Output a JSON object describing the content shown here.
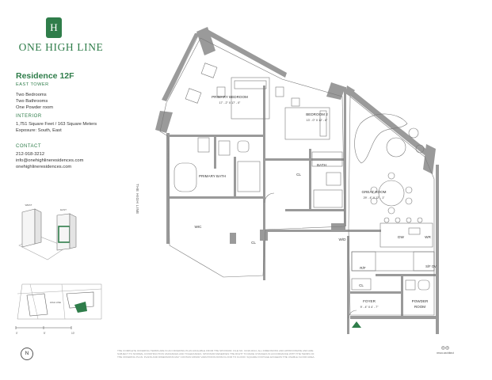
{
  "brand": {
    "name": "ONE HIGH LINE",
    "mark": "H"
  },
  "residence": {
    "title": "Residence 12F",
    "tower": "EAST TOWER",
    "layout": [
      "Two Bedrooms",
      "Two Bathrooms",
      "One Powder room"
    ]
  },
  "interior": {
    "label": "INTERIOR",
    "area": "1,751 Square Feet / 163 Square Meters",
    "exposure": "Exposure: South, East"
  },
  "contact": {
    "label": "CONTACT",
    "phone": "212-918-3212",
    "email": "info@onehighlineresidences.com",
    "website": "onehighlineresidences.com"
  },
  "keyplan": {
    "tower_labels": [
      "WEST",
      "EAST"
    ],
    "area_label": "HIGH LINE",
    "scale_labels": [
      "0'",
      "5'",
      "10'"
    ],
    "north": "N"
  },
  "plan": {
    "street_label": "THE HIGH LINE",
    "rooms": {
      "primary_bedroom": {
        "name": "PRIMARY BEDROOM",
        "dims": "17' - 2\" X 17' - 0\""
      },
      "bedroom2": {
        "name": "BEDROOM 2",
        "dims": "13' - 0\" X 12' - 6\""
      },
      "primary_bath": {
        "name": "PRIMARY BATH"
      },
      "bath": {
        "name": "BATH"
      },
      "cl1": {
        "name": "CL"
      },
      "cl2": {
        "name": "CL"
      },
      "cl3": {
        "name": "CL"
      },
      "wic": {
        "name": "WIC"
      },
      "great_room": {
        "name": "GREAT ROOM",
        "dims": "29' - 4\" X 12' - 1\""
      },
      "wd": {
        "name": "W/D"
      },
      "dw": {
        "name": "DW"
      },
      "wr": {
        "name": "WR"
      },
      "rf": {
        "name": "R/F"
      },
      "mw": {
        "name": "S/F OV"
      },
      "foyer": {
        "name": "FOYER",
        "dims": "9' - 4\" X 4' - 7\""
      },
      "powder": {
        "name": "POWDER",
        "name2": "ROOM"
      }
    }
  },
  "footer": {
    "disclaimer": "THE COMPLETE OFFERING TERMS ARE IN AN OFFERING PLAN AVAILABLE FROM THE SPONSOR. FILE NO. CD18-0014. ALL DIMENSIONS AND APPROXIMATE AND ARE SUBJECT TO NORMAL CONSTRUCTION VARIANCES AND TOLERANCES. SPONSOR RESERVES THE RIGHT TO MAKE CHANGES IN ACCORDANCE WITH THE TERMS OF THE OFFERING PLAN. PLANS AND DIMENSIONS MAY CONTAIN MINOR VARIATIONS FROM FLOOR TO FLOOR. SQUARE FOOTAGE EXCEEDS THE USABLE FLOOR AREA.",
    "architect": "renzo architect",
    "architect_mark": "◎◎"
  },
  "colors": {
    "brand_green": "#2f7d4a",
    "wall_gray": "#9a9a9a",
    "line_gray": "#7a7a7a"
  }
}
